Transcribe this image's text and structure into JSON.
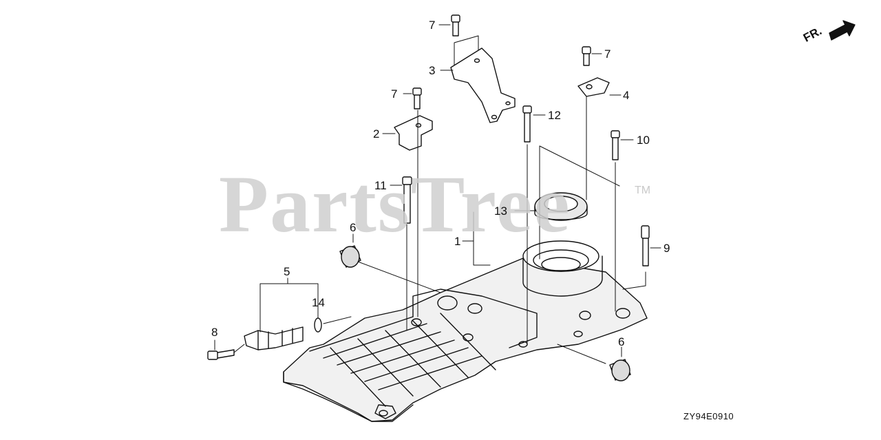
{
  "watermark": {
    "text": "PartsTree",
    "trademark": "TM"
  },
  "direction_indicator": {
    "label": "FR."
  },
  "diagram_code": "ZY94E0910",
  "callouts": [
    {
      "id": "c1",
      "label": "1"
    },
    {
      "id": "c2",
      "label": "2"
    },
    {
      "id": "c3",
      "label": "3"
    },
    {
      "id": "c4",
      "label": "4"
    },
    {
      "id": "c5",
      "label": "5"
    },
    {
      "id": "c6a",
      "label": "6"
    },
    {
      "id": "c6b",
      "label": "6"
    },
    {
      "id": "c7a",
      "label": "7"
    },
    {
      "id": "c7b",
      "label": "7"
    },
    {
      "id": "c7c",
      "label": "7"
    },
    {
      "id": "c8",
      "label": "8"
    },
    {
      "id": "c9",
      "label": "9"
    },
    {
      "id": "c10",
      "label": "10"
    },
    {
      "id": "c11",
      "label": "11"
    },
    {
      "id": "c12",
      "label": "12"
    },
    {
      "id": "c13",
      "label": "13"
    },
    {
      "id": "c14",
      "label": "14"
    }
  ]
}
